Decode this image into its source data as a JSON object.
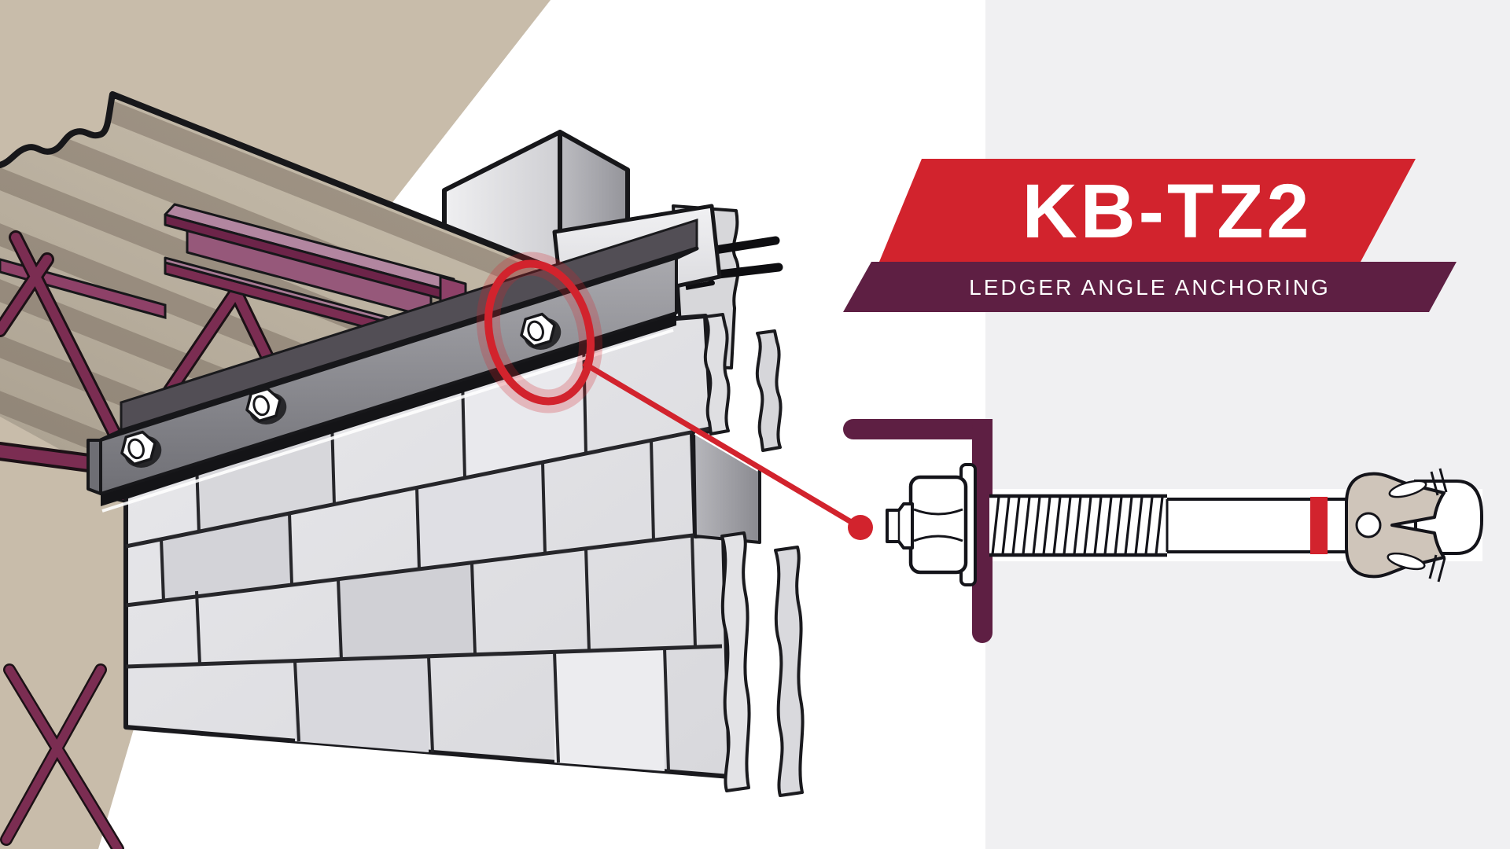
{
  "banner": {
    "product_name": "KB-TZ2",
    "subtitle": "LEDGER ANGLE ANCHORING"
  },
  "colors": {
    "brand_red": "#d2232d",
    "brand_maroon": "#5e1f43",
    "backdrop_tan": "#c8bcaa",
    "panel_gray": "#f0f0f2",
    "deck_stripe_dark": "#a39788",
    "deck_stripe_light": "#cbc1af",
    "joist_maroon": "#7b2d52",
    "steel_outline": "#17171a",
    "clip_beige": "#cfc5ba",
    "white": "#ffffff"
  },
  "illustration": {
    "scene": "ledger-angle-on-cmu-wall-with-roof-deck",
    "callout": "wedge-anchor-detail",
    "bolt_count": 3
  }
}
